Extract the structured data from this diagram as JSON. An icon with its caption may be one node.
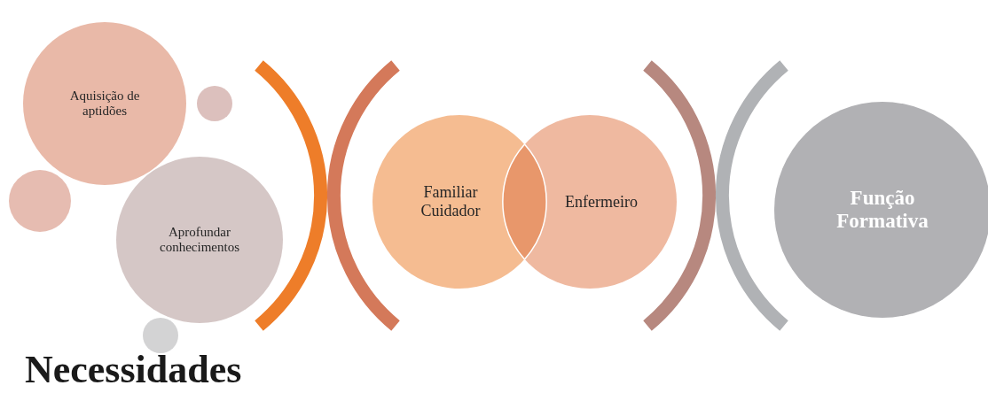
{
  "diagram": {
    "title": "Necessidades",
    "nodes": [
      {
        "text": [
          "Aquisição de aptidões"
        ]
      },
      {
        "text": [
          "Aprofundar conhecimentos"
        ]
      },
      {
        "text": [
          "Familiar Cuidador"
        ]
      },
      {
        "text": [
          "Enfermeiro"
        ]
      },
      {
        "text": [
          "Função Formativa"
        ]
      },
      {
        "text": [],
        "shape": "circle"
      },
      {
        "text": [],
        "shape": "circle"
      },
      {
        "text": [],
        "shape": "circle"
      }
    ],
    "edges": []
  }
}
